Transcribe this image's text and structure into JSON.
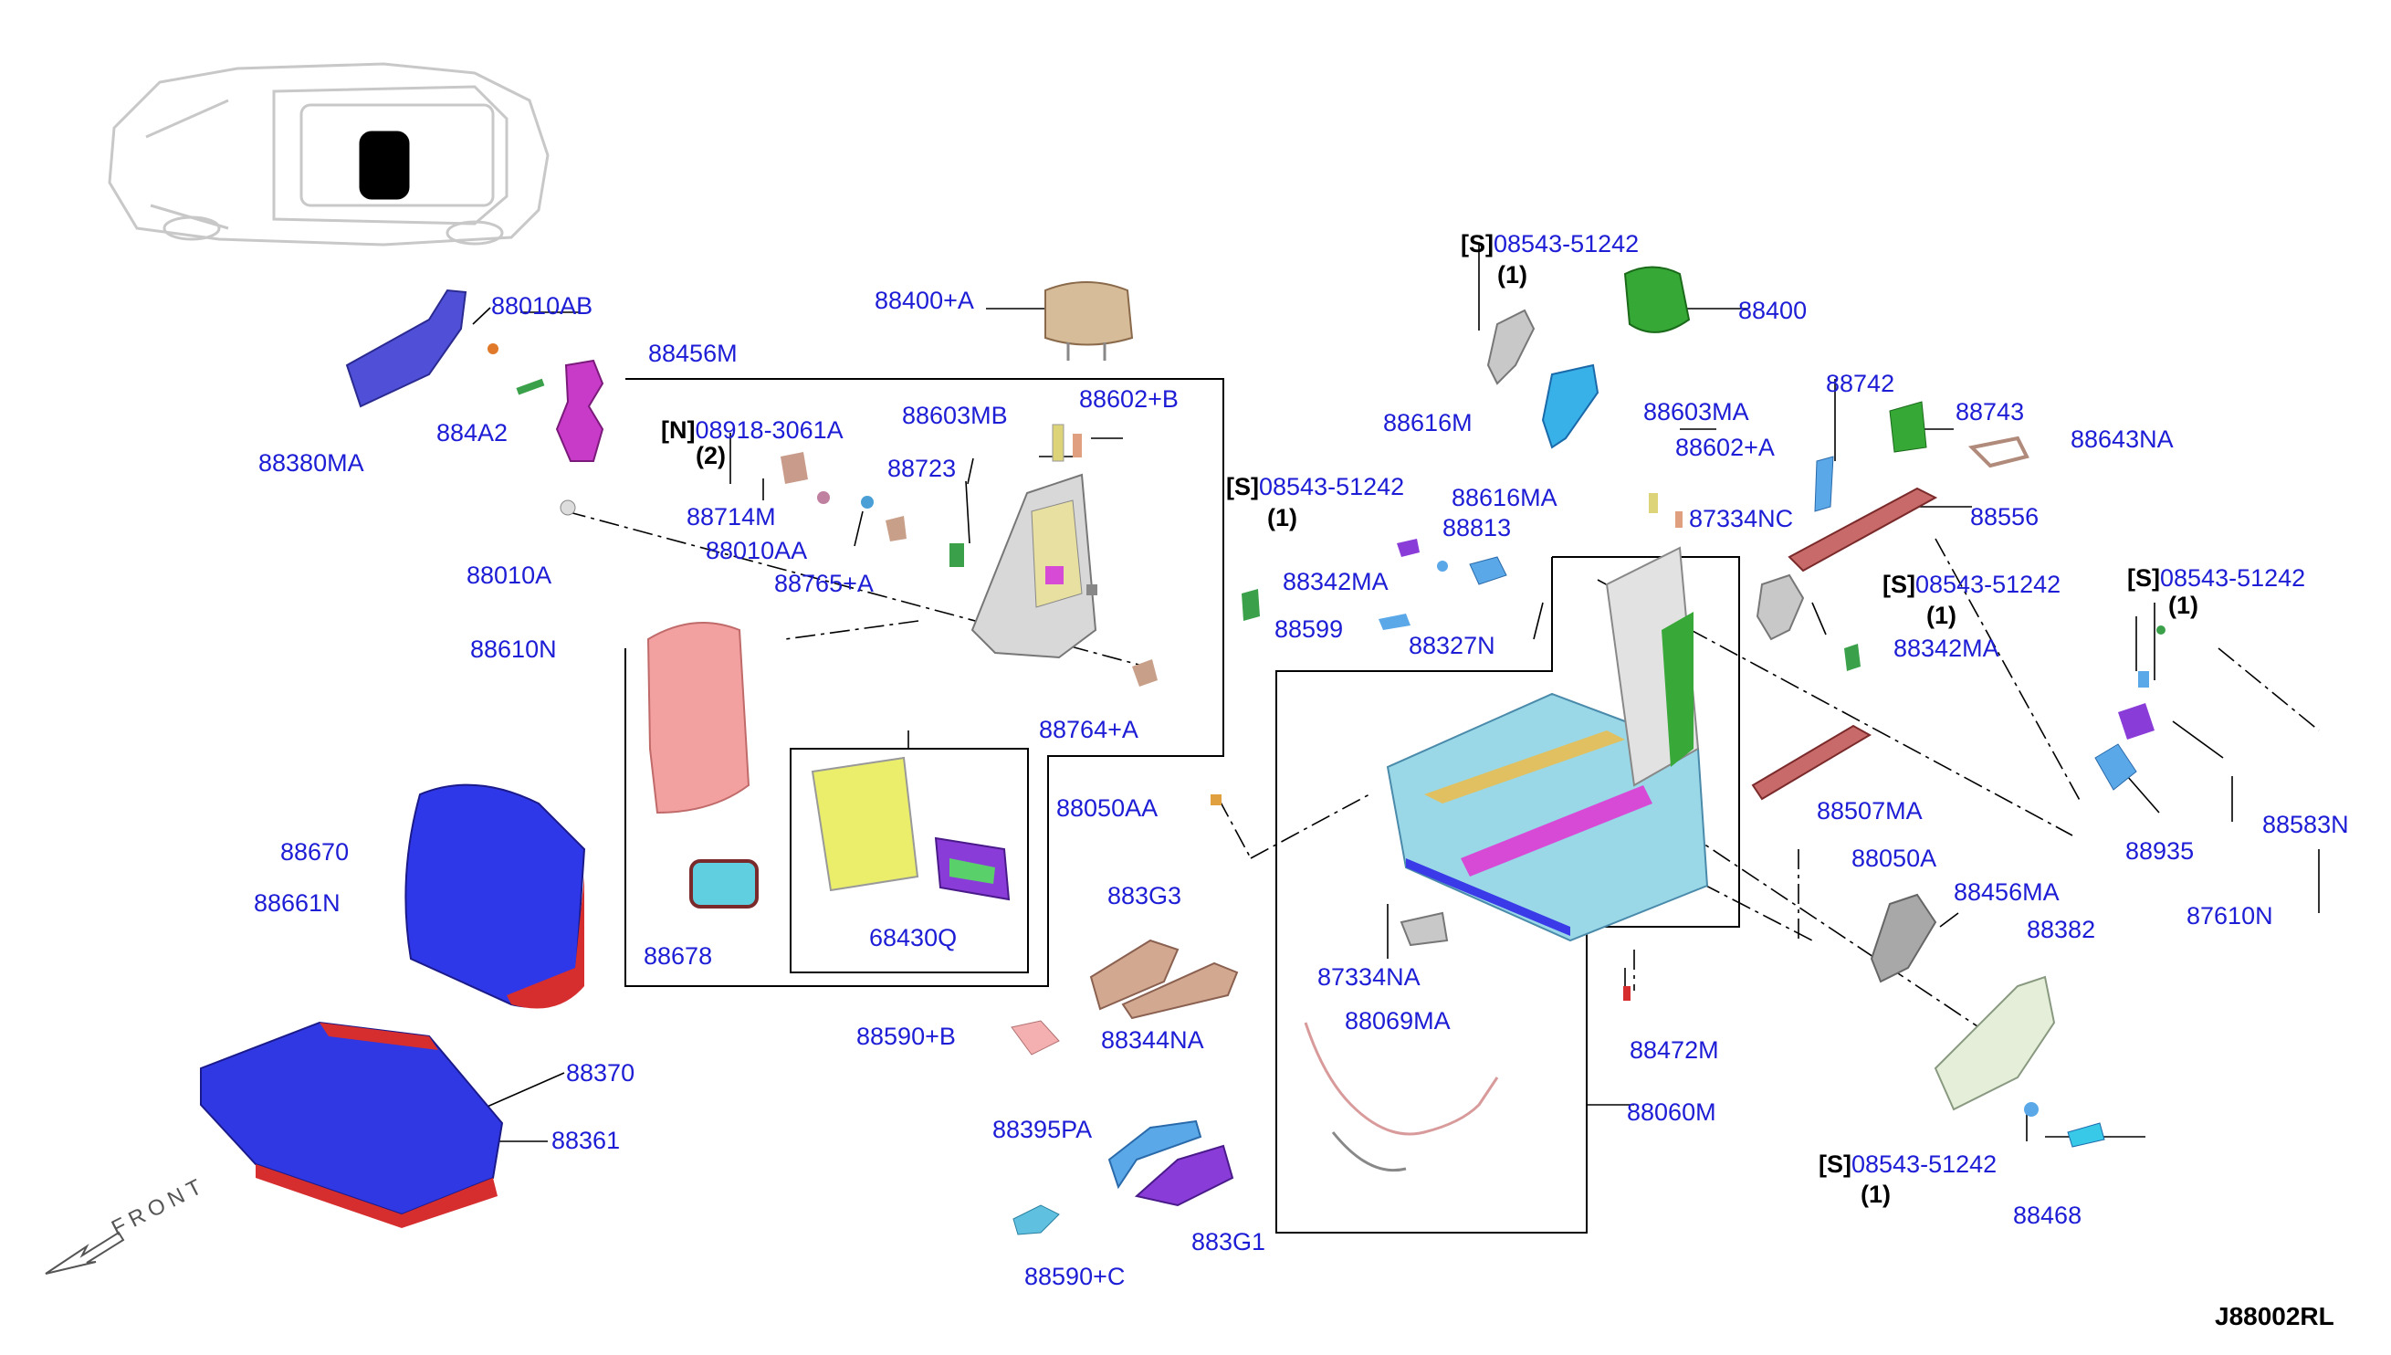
{
  "diagram_code": "J88002RL",
  "front_label": "FRONT",
  "colors": {
    "part_number": "#1d1dd6",
    "seat_blue": "#2e34e0",
    "seat_red": "#d8302e",
    "frame_green": "#2a9b3a",
    "headrest_tan": "#d2b48c",
    "yellow_part": "#e6ea5a",
    "purple_part": "#8a3cd8"
  },
  "labels": [
    {
      "id": "88010AB",
      "text": "88010AB"
    },
    {
      "id": "88456M",
      "text": "88456M"
    },
    {
      "id": "884A2",
      "text": "884A2"
    },
    {
      "id": "88380MA",
      "text": "88380MA"
    },
    {
      "id": "88400A",
      "text": "88400+A"
    },
    {
      "id": "N08918",
      "bracket": "[N]",
      "text": "08918-3061A",
      "qty": "(2)"
    },
    {
      "id": "88603MB",
      "text": "88603MB"
    },
    {
      "id": "88602B",
      "text": "88602+B"
    },
    {
      "id": "88723",
      "text": "88723"
    },
    {
      "id": "88714M",
      "text": "88714M"
    },
    {
      "id": "88010AA",
      "text": "88010AA"
    },
    {
      "id": "88765A",
      "text": "88765+A"
    },
    {
      "id": "88010A",
      "text": "88010A"
    },
    {
      "id": "88610N",
      "text": "88610N"
    },
    {
      "id": "88764A",
      "text": "88764+A"
    },
    {
      "id": "88670",
      "text": "88670"
    },
    {
      "id": "88661N",
      "text": "88661N"
    },
    {
      "id": "88678",
      "text": "88678"
    },
    {
      "id": "68430Q",
      "text": "68430Q"
    },
    {
      "id": "88370",
      "text": "88370"
    },
    {
      "id": "88361",
      "text": "88361"
    },
    {
      "id": "88590B",
      "text": "88590+B"
    },
    {
      "id": "883G3",
      "text": "883G3"
    },
    {
      "id": "88344NA",
      "text": "88344NA"
    },
    {
      "id": "88395PA",
      "text": "88395PA"
    },
    {
      "id": "88590C",
      "text": "88590+C"
    },
    {
      "id": "883G1",
      "text": "883G1"
    },
    {
      "id": "88050AA",
      "text": "88050AA"
    },
    {
      "id": "S_top",
      "bracket": "[S]",
      "text": "08543-51242",
      "qty": "(1)"
    },
    {
      "id": "88400",
      "text": "88400"
    },
    {
      "id": "88616M",
      "text": "88616M"
    },
    {
      "id": "88616MA",
      "text": "88616MA"
    },
    {
      "id": "88603MA",
      "text": "88603MA"
    },
    {
      "id": "88602A",
      "text": "88602+A"
    },
    {
      "id": "S_mid",
      "bracket": "[S]",
      "text": "08543-51242",
      "qty": "(1)"
    },
    {
      "id": "88813",
      "text": "88813"
    },
    {
      "id": "88342MA_l",
      "text": "88342MA"
    },
    {
      "id": "88599",
      "text": "88599"
    },
    {
      "id": "88327N",
      "text": "88327N"
    },
    {
      "id": "87334NC",
      "text": "87334NC"
    },
    {
      "id": "88742",
      "text": "88742"
    },
    {
      "id": "88743",
      "text": "88743"
    },
    {
      "id": "88643NA",
      "text": "88643NA"
    },
    {
      "id": "88556",
      "text": "88556"
    },
    {
      "id": "S_right",
      "bracket": "[S]",
      "text": "08543-51242",
      "qty": "(1)"
    },
    {
      "id": "S_far",
      "bracket": "[S]",
      "text": "08543-51242",
      "qty": "(1)"
    },
    {
      "id": "88342MA_r",
      "text": "88342MA"
    },
    {
      "id": "88507MA",
      "text": "88507MA"
    },
    {
      "id": "88050A",
      "text": "88050A"
    },
    {
      "id": "88456MA",
      "text": "88456MA"
    },
    {
      "id": "88382",
      "text": "88382"
    },
    {
      "id": "88935",
      "text": "88935"
    },
    {
      "id": "88583N",
      "text": "88583N"
    },
    {
      "id": "87610N",
      "text": "87610N"
    },
    {
      "id": "87334NA",
      "text": "87334NA"
    },
    {
      "id": "88069MA",
      "text": "88069MA"
    },
    {
      "id": "88472M",
      "text": "88472M"
    },
    {
      "id": "88060M",
      "text": "88060M"
    },
    {
      "id": "S_bottom",
      "bracket": "[S]",
      "text": "08543-51242",
      "qty": "(1)"
    },
    {
      "id": "88468",
      "text": "88468"
    }
  ]
}
